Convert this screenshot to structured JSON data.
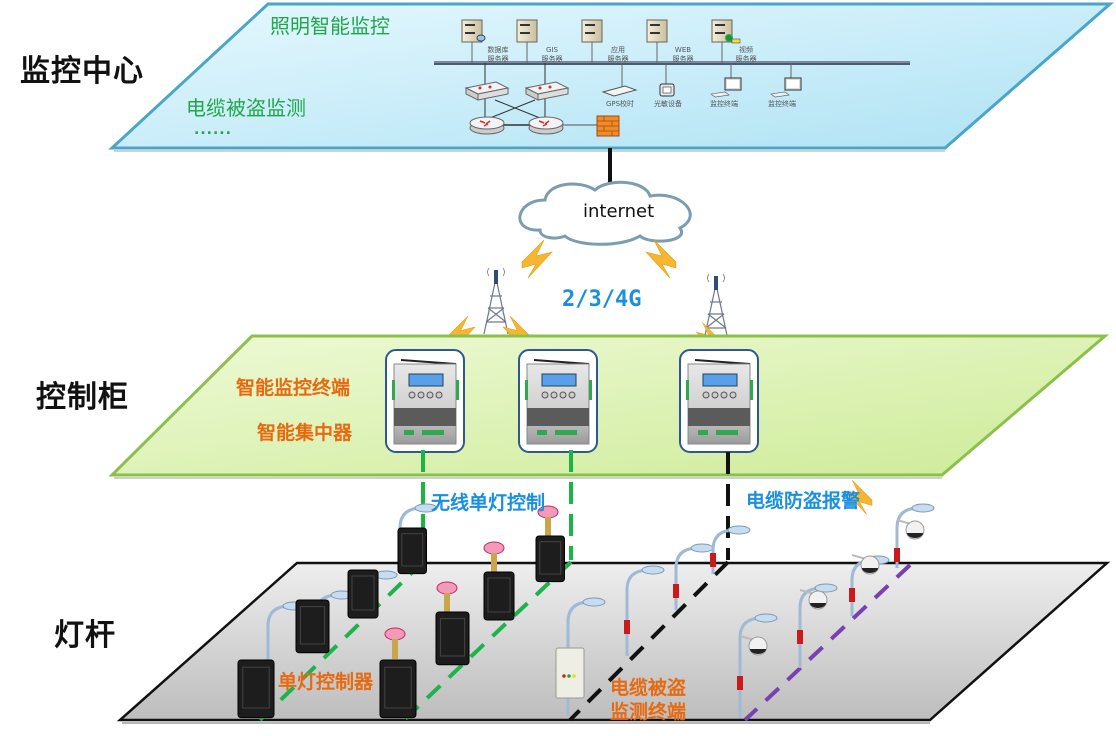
{
  "layers": {
    "monitoring_center": {
      "label": "监控中心",
      "features": [
        "照明智能监控",
        "电缆被盗监测"
      ],
      "ellipsis": "......",
      "servers": [
        {
          "name": "数据库\n服务器",
          "icon": "database-server-icon"
        },
        {
          "name": "GIS\n服务器",
          "icon": "gis-server-icon"
        },
        {
          "name": "应用\n服务器",
          "icon": "application-server-icon"
        },
        {
          "name": "WEB\n服务器",
          "icon": "web-server-icon"
        },
        {
          "name": "视频\n服务器",
          "icon": "video-server-icon"
        }
      ],
      "devices": [
        {
          "name": "GPS校时",
          "icon": "gps-timing-icon"
        },
        {
          "name": "光敏设备",
          "icon": "light-sensor-icon"
        },
        {
          "name": "监控终端",
          "icon": "monitor-terminal-icon"
        },
        {
          "name": "监控终端",
          "icon": "monitor-terminal-icon"
        }
      ],
      "colors": {
        "plane_fill": "#c8eefa",
        "plane_border": "#4aa6c8",
        "text": "#1ea84a"
      }
    },
    "network": {
      "cloud_label": "internet",
      "wireless_label": "2/3/4G",
      "colors": {
        "wireless_text": "#1a8fe0",
        "lightning": "#f5b731"
      }
    },
    "control_cabinet": {
      "label": "控制柜",
      "device_labels": [
        "智能监控终端",
        "智能集中器"
      ],
      "terminal_count": 3,
      "colors": {
        "plane_fill": "#dff4b8",
        "plane_border": "#8cc04a",
        "text": "#e86a10"
      }
    },
    "lamp_poles": {
      "label": "灯杆",
      "wireless_control_label": "无线单灯控制",
      "cable_alarm_label": "电缆防盗报警",
      "single_lamp_controller_label": "单灯控制器",
      "cable_monitor_label": [
        "电缆被盗",
        "监测终端"
      ],
      "colors": {
        "plane_fill": "#d6d6d6",
        "green_link": "#1db34a",
        "black_link": "#111111",
        "purple_link": "#7a3fb0",
        "label_blue": "#1a8fe0",
        "label_orange": "#e86a10"
      }
    }
  }
}
